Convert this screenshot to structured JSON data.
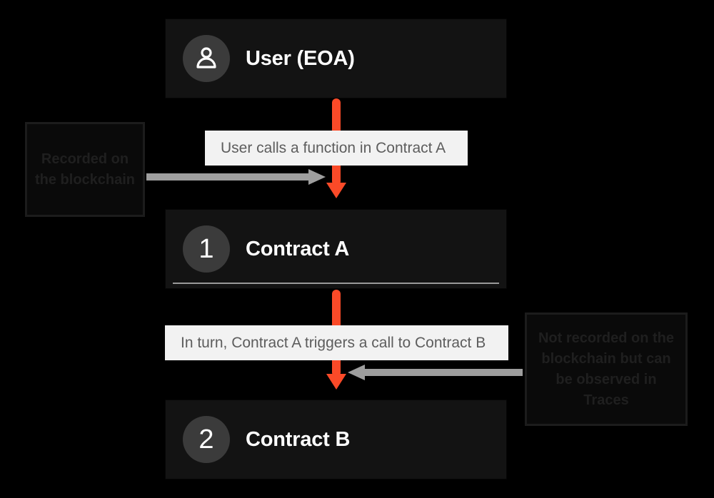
{
  "diagram": {
    "title": "Transaction call flow: User to Contract A to Contract B",
    "background_color": "#000000",
    "accent_color": "#fb4a28",
    "annotation_arrow_color": "#9e9e9e",
    "chip_background": "#f2f2f2",
    "node_background": "#131313"
  },
  "nodes": [
    {
      "id": "user",
      "badge_icon": "user-icon",
      "badge": "",
      "title": "User (EOA)"
    },
    {
      "id": "contract-a",
      "badge_icon": "",
      "badge": "1",
      "title": "Contract A"
    },
    {
      "id": "contract-b",
      "badge_icon": "",
      "badge": "2",
      "title": "Contract B"
    }
  ],
  "step_labels": [
    {
      "id": "step-1",
      "text": "User calls a function in Contract A"
    },
    {
      "id": "step-2",
      "text": "In turn, Contract A triggers a call to Contract B"
    }
  ],
  "callouts": [
    {
      "id": "callout-left",
      "text": "Recorded on the blockchain",
      "points_to": "step-1"
    },
    {
      "id": "callout-right",
      "text": "Not recorded on the blockchain but can be observed in Traces",
      "points_to": "step-2"
    }
  ]
}
